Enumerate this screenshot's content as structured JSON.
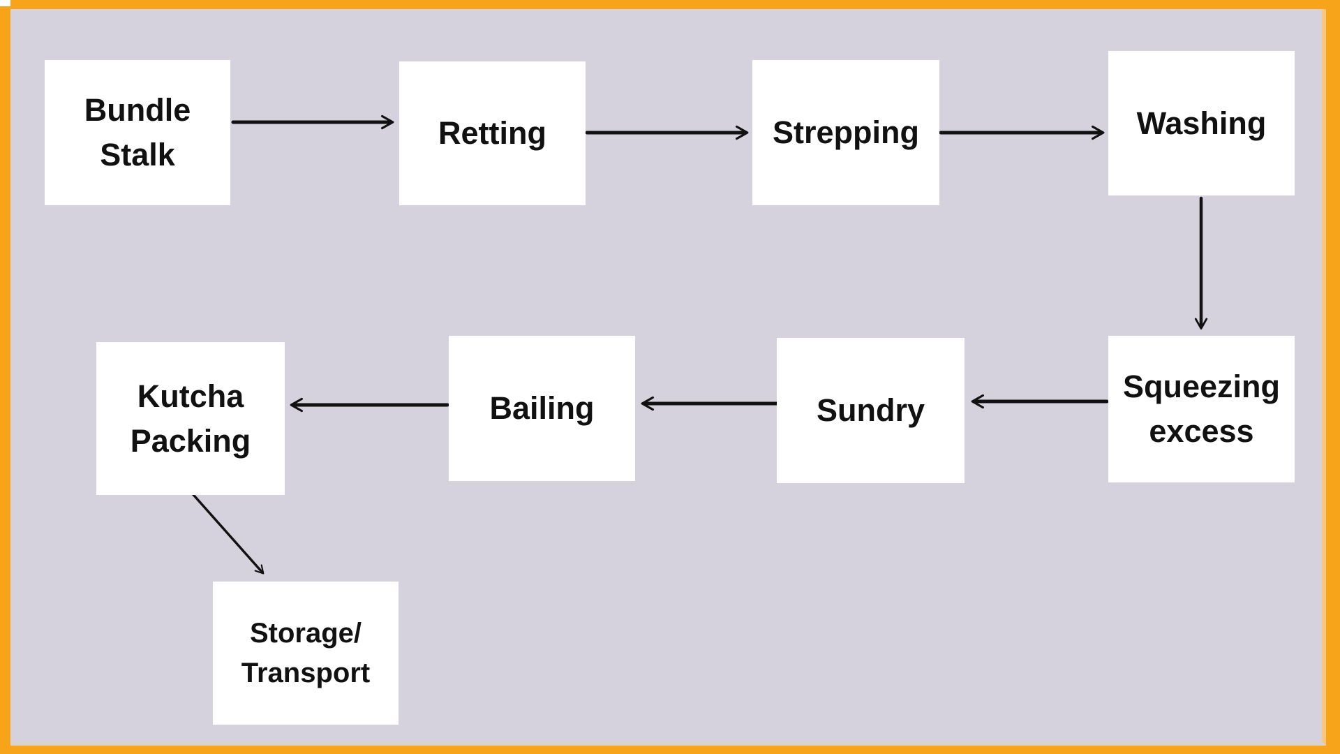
{
  "diagram": {
    "type": "flowchart",
    "colors": {
      "frame": "#F7A41A",
      "frame_inner_band_right": "#F9C87E",
      "frame_inner_band_bottom": "#DBD3CB",
      "canvas_background": "#D5D2DE",
      "node_fill": "#FFFFFF",
      "node_text": "#111111",
      "arrow": "#111111"
    },
    "nodes": [
      {
        "id": "bundle-stalk",
        "label": "Bundle\nStalk"
      },
      {
        "id": "retting",
        "label": "Retting"
      },
      {
        "id": "strepping",
        "label": "Strepping"
      },
      {
        "id": "washing",
        "label": "Washing"
      },
      {
        "id": "squeezing-excess",
        "label": "Squeezing\nexcess"
      },
      {
        "id": "sundry",
        "label": "Sundry"
      },
      {
        "id": "bailing",
        "label": "Bailing"
      },
      {
        "id": "kutcha-packing",
        "label": "Kutcha\nPacking"
      },
      {
        "id": "storage-transport",
        "label": "Storage/\nTransport"
      }
    ],
    "edges": [
      {
        "from": "Bundle Stalk",
        "to": "Retting"
      },
      {
        "from": "Retting",
        "to": "Strepping"
      },
      {
        "from": "Strepping",
        "to": "Washing"
      },
      {
        "from": "Washing",
        "to": "Squeezing excess"
      },
      {
        "from": "Squeezing excess",
        "to": "Sundry"
      },
      {
        "from": "Sundry",
        "to": "Bailing"
      },
      {
        "from": "Bailing",
        "to": "Kutcha Packing"
      },
      {
        "from": "Kutcha Packing",
        "to": "Storage/Transport"
      }
    ]
  }
}
